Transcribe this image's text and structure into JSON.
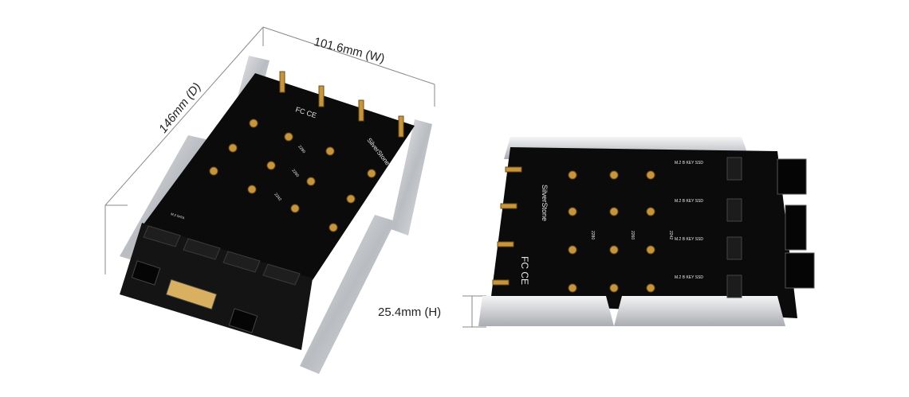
{
  "dimensions": {
    "width": "101.6mm (W)",
    "depth": "146mm (D)",
    "height": "25.4mm (H)"
  },
  "silkscreen": {
    "brand": "SilverStone",
    "slot_label": "M.2 B KEY SSD",
    "slot_label_short": "M.2 SATA",
    "length_2280": "2280",
    "length_2260": "2260",
    "length_2242": "2242",
    "cert": "FC CE"
  },
  "colors": {
    "pcb": "#0b0b0b",
    "metal": "#c9ccd0",
    "brass": "#c8953c",
    "line": "#8a8a8a"
  }
}
